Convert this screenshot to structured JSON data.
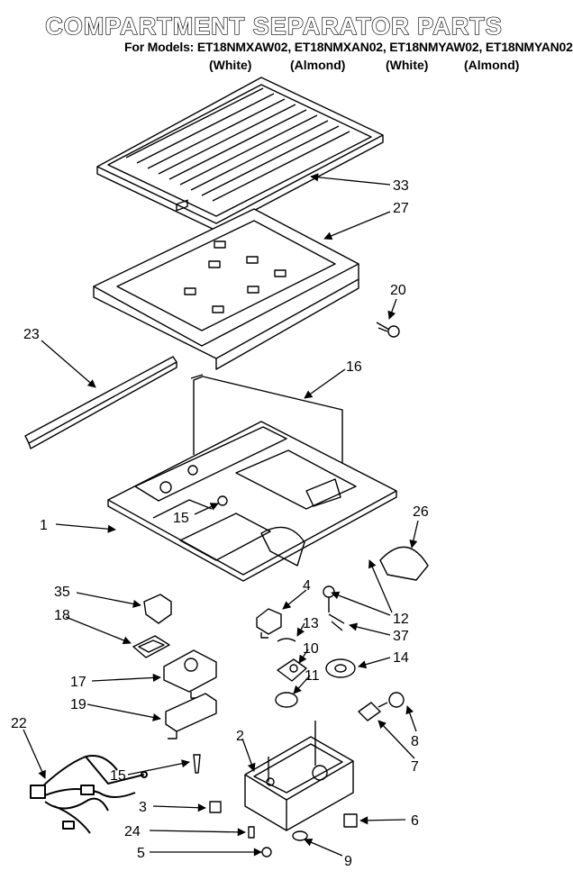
{
  "title": "COMPARTMENT SEPARATOR PARTS",
  "models_line": "For Models: ET18NMXAW02, ET18NMXAN02, ET18NMYAW02, ET18NMYAN02",
  "variants": [
    "(White)",
    "(Almond)",
    "(White)",
    "(Almond)"
  ],
  "callouts": {
    "p33": "33",
    "p27": "27",
    "p20": "20",
    "p23": "23",
    "p16": "16",
    "p1": "1",
    "p15a": "15",
    "p26": "26",
    "p35": "35",
    "p4": "4",
    "p12": "12",
    "p18": "18",
    "p13": "13",
    "p37": "37",
    "p10": "10",
    "p14": "14",
    "p17": "17",
    "p11": "11",
    "p19": "19",
    "p8": "8",
    "p22": "22",
    "p2": "2",
    "p7": "7",
    "p15b": "15",
    "p3": "3",
    "p6": "6",
    "p24": "24",
    "p5": "5",
    "p9": "9"
  }
}
